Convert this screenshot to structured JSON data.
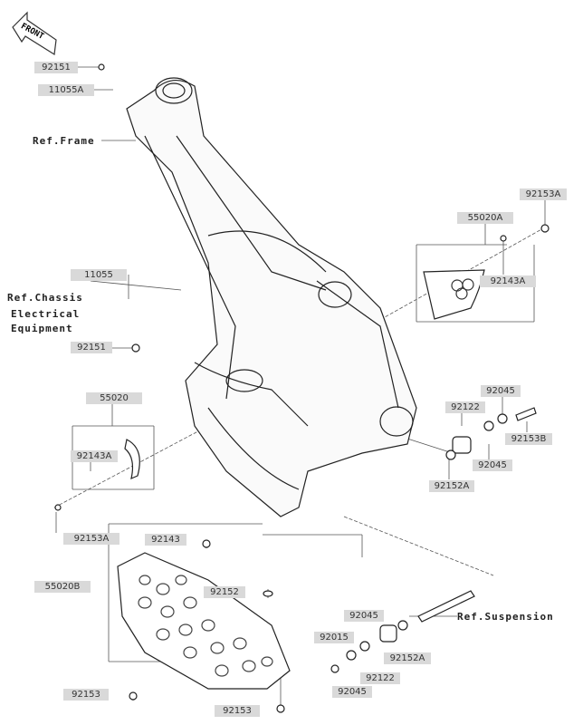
{
  "front_label": "FRONT",
  "refs": {
    "frame": "Ref.Frame",
    "chassis_line1": "Ref.Chassis",
    "chassis_line2": "Electrical",
    "chassis_line3": "Equipment",
    "suspension": "Ref.Suspension"
  },
  "parts": [
    "92151",
    "11055A",
    "92153A",
    "55020A",
    "92143A",
    "11055",
    "92151",
    "55020",
    "92143A",
    "92153A",
    "92045",
    "92122",
    "92153B",
    "92045",
    "92152A",
    "92143",
    "55020B",
    "92152",
    "92045",
    "92015",
    "92152A",
    "92122",
    "92045",
    "92153",
    "92153"
  ]
}
